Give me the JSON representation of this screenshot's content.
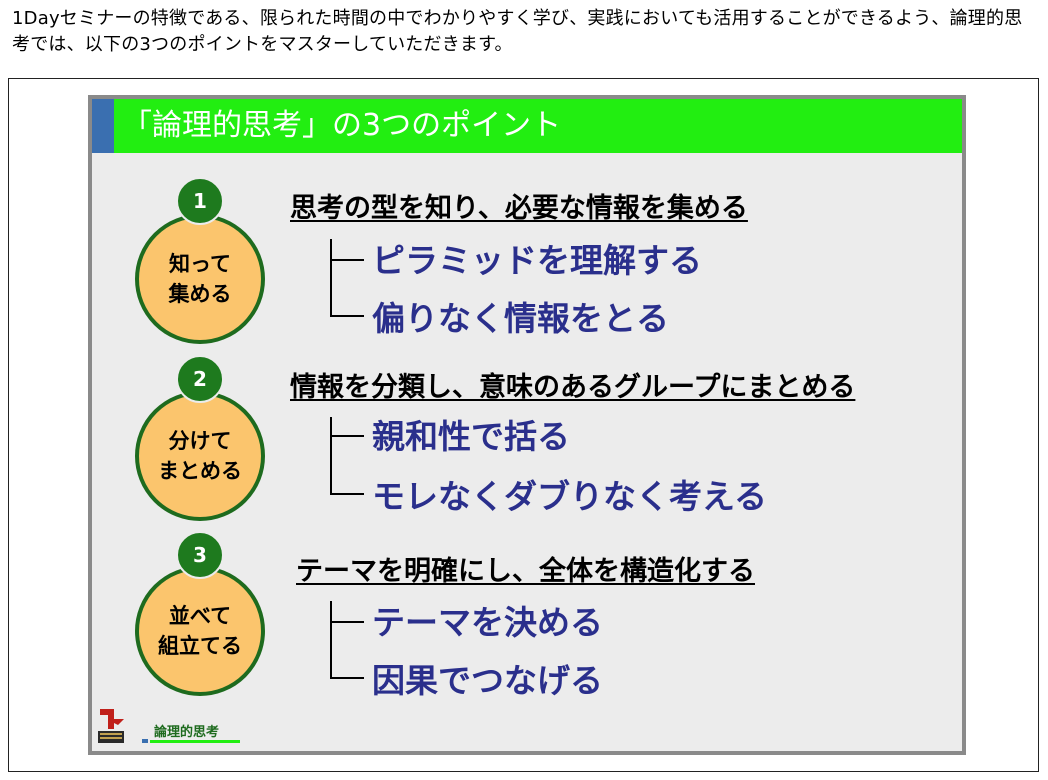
{
  "intro_text": "1Dayセミナーの特徴である、限られた時間の中でわかりやすく学び、実践においても活用することができるよう、論理的思考では、以下の3つのポイントをマスターしていただきます。",
  "slide": {
    "title": "「論理的思考」の3つのポイント",
    "footer_label": "論理的思考",
    "colors": {
      "header": "#22ee11",
      "accent": "#3a6fb0",
      "circle_fill": "#fbc56d",
      "circle_border": "#1e6b1e",
      "sub_text": "#2a2f8c"
    },
    "points": [
      {
        "number": "1",
        "circle_label": "知って\n集める",
        "heading": "思考の型を知り、必要な情報を集める",
        "subs": [
          "ピラミッドを理解する",
          "偏りなく情報をとる"
        ]
      },
      {
        "number": "2",
        "circle_label": "分けて\nまとめる",
        "heading": "情報を分類し、意味のあるグループにまとめる",
        "subs": [
          "親和性で括る",
          "モレなくダブりなく考える"
        ]
      },
      {
        "number": "3",
        "circle_label": "並べて\n組立てる",
        "heading": "テーマを明確にし、全体を構造化する",
        "subs": [
          "テーマを決める",
          "因果でつなげる"
        ]
      }
    ]
  }
}
